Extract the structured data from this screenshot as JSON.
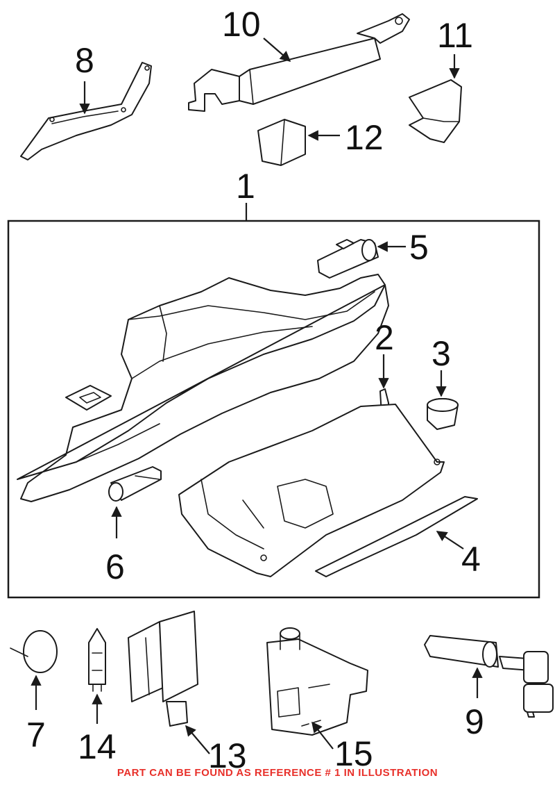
{
  "diagram": {
    "callouts": [
      "1",
      "2",
      "3",
      "4",
      "5",
      "6",
      "7",
      "8",
      "9",
      "10",
      "11",
      "12",
      "13",
      "14",
      "15"
    ],
    "footer_note": "PART CAN BE FOUND AS REFERENCE # 1 IN ILLUSTRATION",
    "colors": {
      "line": "#1a1a1a",
      "note": "#e8302a",
      "background": "#ffffff"
    }
  }
}
